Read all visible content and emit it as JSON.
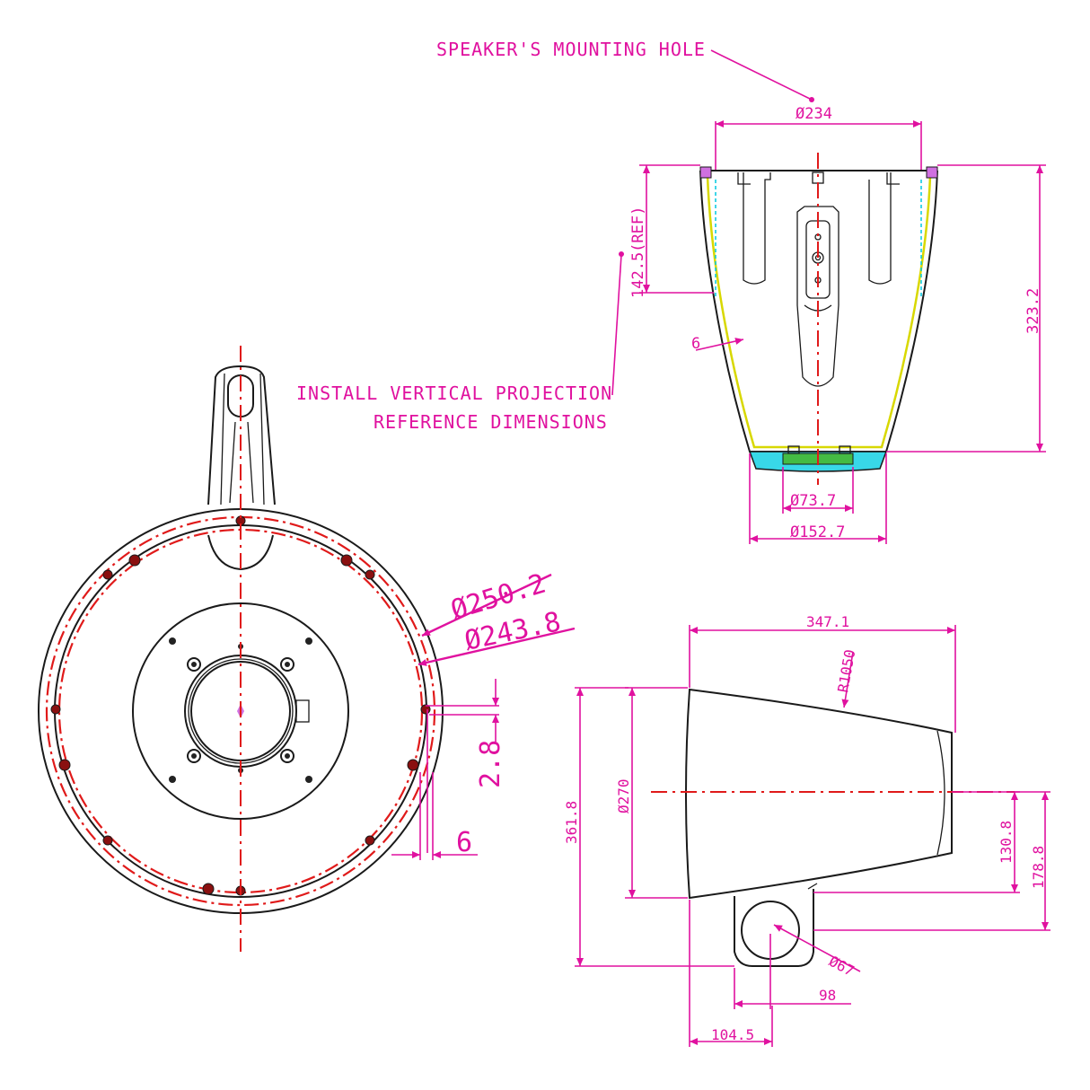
{
  "notes": {
    "mounting_hole": "SPEAKER'S MOUNTING HOLE",
    "install_line1": "INSTALL VERTICAL PROJECTION",
    "install_line2": "REFERENCE DIMENSIONS"
  },
  "dimensions": {
    "top_diameter": "Ø234",
    "ref_height": "142.5(REF)",
    "total_height": "323.2",
    "wall": "6",
    "bottom_inner": "Ø73.7",
    "bottom_outer": "Ø152.7",
    "ring_outer": "Ø250.2",
    "ring_inner": "Ø243.8",
    "gap": "2.8",
    "wall_front": "6",
    "length": "347.1",
    "radius": "R1050",
    "body_diameter": "Ø270",
    "overall_height": "361.8",
    "front_height": "130.8",
    "center_height": "178.8",
    "bracket_hole": "Ø67",
    "bracket_depth": "98",
    "bracket_offset": "104.5"
  },
  "colors": {
    "dimension": "#e0119f",
    "centerline": "#e01a1a",
    "outline": "#1a1a1a",
    "inner_wall": "#d8d800",
    "cyan_wall": "#00c8e0",
    "green_base": "#33aa33"
  }
}
